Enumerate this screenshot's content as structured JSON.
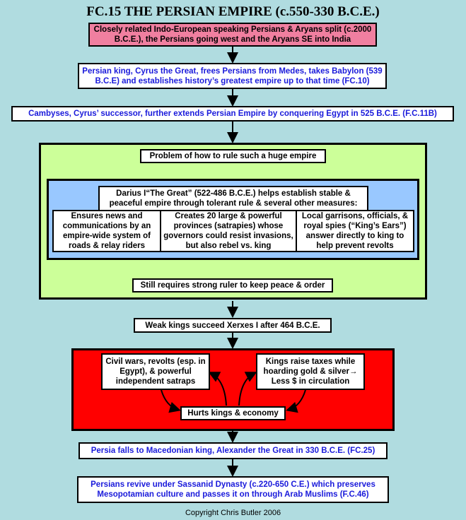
{
  "title": "FC.15 THE PERSIAN EMPIRE (c.550-330 B.C.E.)",
  "boxes": {
    "aryans_split": "Closely related Indo-European speaking Persians & Aryans split (c.2000 B.C.E.), the Persians going west and the Aryans SE into India",
    "cyrus": "Persian king, Cyrus the Great, frees Persians from Medes, takes Babylon (539 B.C.E) and establishes history’s greatest empire up to that time (FC.10)",
    "cambyses": "Cambyses, Cyrus’ successor, further extends Persian Empire by conquering Egypt in 525 B.C.E. (F.C.11B)",
    "problem": "Problem of how to rule such a huge empire",
    "darius": "Darius I“The Great” (522-486 B.C.E.)  helps establish stable & peaceful empire through tolerant rule & several other measures:",
    "roads": "Ensures news and communications by an empire-wide system of roads & relay riders",
    "satrapies": "Creates 20 large & powerful provinces (satrapies) whose governors could resist invasions, but also rebel vs. king",
    "spies": "Local garrisons, officials, & royal spies (“King’s Ears”) answer directly to king to help prevent revolts",
    "strong_ruler": "Still requires strong ruler to keep peace & order",
    "weak_kings": "Weak kings succeed Xerxes I after 464 B.C.E.",
    "civil_wars": "Civil wars, revolts (esp. in Egypt), & powerful independent satraps",
    "taxes": "Kings raise taxes while hoarding gold & silver→ Less $ in circulation",
    "hurts": "Hurts kings & economy",
    "alexander": "Persia falls to Macedonian king, Alexander the Great in 330 B.C.E. (FC.25)",
    "sassanid": "Persians revive under Sassanid Dynasty (c.220-650 C.E.) which preserves Mesopotamian culture and passes it on through Arab Muslims (F.C.46)"
  },
  "copyright": "Copyright Chris Butler 2006",
  "colors": {
    "background": "#b0dce0",
    "pink_box": "#f07fa0",
    "green_panel": "#ccff99",
    "blue_panel": "#99c8ff",
    "red_panel": "#ff0000",
    "blue_text": "#1a1adb"
  }
}
